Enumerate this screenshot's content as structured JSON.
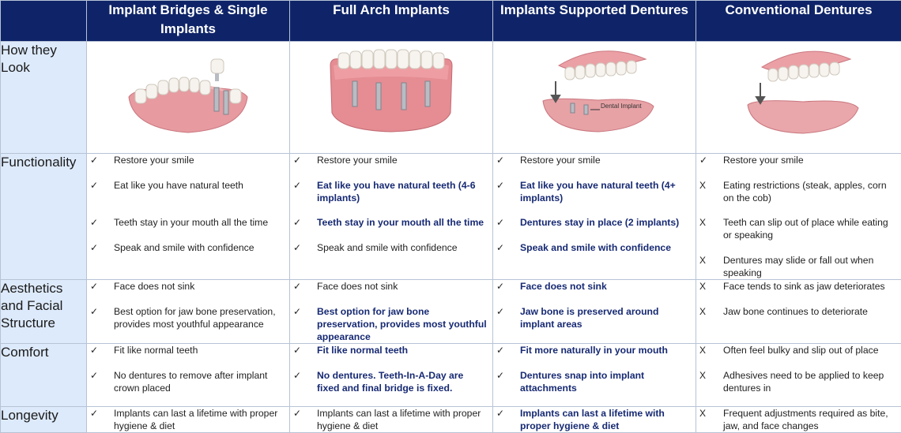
{
  "columns": [
    "Implant Bridges & Single Implants",
    "Full Arch Implants",
    "Implants Supported Dentures",
    "Conventional Dentures"
  ],
  "colors": {
    "header": "#0f2468",
    "label_bg": "#ddeafb",
    "emphasis": "#172a73"
  },
  "looks": {
    "label": "How they Look",
    "image_annotation": "Dental Implant",
    "icons": [
      "partial-implant-jaw-image",
      "full-arch-implant-image",
      "implant-supported-denture-image",
      "conventional-denture-image"
    ]
  },
  "rows": [
    {
      "label": "Functionality",
      "cells": [
        [
          {
            "mark": "✓",
            "text": "Restore your smile",
            "bold": false
          },
          {
            "mark": "✓",
            "text": "Eat like you have natural teeth",
            "bold": false
          },
          {
            "mark": "✓",
            "text": "Teeth stay in your mouth all the time",
            "bold": false
          },
          {
            "mark": "✓",
            "text": "Speak and smile with confidence",
            "bold": false
          }
        ],
        [
          {
            "mark": "✓",
            "text": "Restore your smile",
            "bold": false
          },
          {
            "mark": "✓",
            "text": "Eat like you have natural teeth (4-6 implants)",
            "bold": true
          },
          {
            "mark": "✓",
            "text": "Teeth stay in your mouth all the time",
            "bold": true
          },
          {
            "mark": "✓",
            "text": "Speak and smile with confidence",
            "bold": false
          }
        ],
        [
          {
            "mark": "✓",
            "text": "Restore your smile",
            "bold": false
          },
          {
            "mark": "✓",
            "text": "Eat like you have natural teeth (4+ implants)",
            "bold": true
          },
          {
            "mark": "✓",
            "text": "Dentures stay in place (2 implants)",
            "bold": true
          },
          {
            "mark": "✓",
            "text": "Speak and smile with confidence",
            "bold": true
          }
        ],
        [
          {
            "mark": "✓",
            "text": "Restore your smile",
            "bold": false
          },
          {
            "mark": "X",
            "text": "Eating restrictions (steak, apples, corn on the cob)",
            "bold": false
          },
          {
            "mark": "X",
            "text": "Teeth can slip out of place while eating or speaking",
            "bold": false
          },
          {
            "mark": "X",
            "text": "Dentures may slide or fall out when speaking",
            "bold": false
          }
        ]
      ]
    },
    {
      "label": "Aesthetics and Facial Structure",
      "cells": [
        [
          {
            "mark": "✓",
            "text": "Face does not sink",
            "bold": false
          },
          {
            "mark": "✓",
            "text": "Best option for jaw bone preservation, provides most youthful appearance",
            "bold": false
          }
        ],
        [
          {
            "mark": "✓",
            "text": "Face does not sink",
            "bold": false
          },
          {
            "mark": "✓",
            "text": "Best option for jaw bone preservation, provides most youthful appearance",
            "bold": true
          }
        ],
        [
          {
            "mark": "✓",
            "text": "Face does not sink",
            "bold": true
          },
          {
            "mark": "✓",
            "text": "Jaw bone is preserved around implant areas",
            "bold": true
          }
        ],
        [
          {
            "mark": "X",
            "text": "Face tends to sink as jaw deteriorates",
            "bold": false
          },
          {
            "mark": "X",
            "text": "Jaw bone continues to deteriorate",
            "bold": false
          }
        ]
      ]
    },
    {
      "label": "Comfort",
      "cells": [
        [
          {
            "mark": "✓",
            "text": "Fit like normal teeth",
            "bold": false
          },
          {
            "mark": "✓",
            "text": "No dentures to remove after implant crown placed",
            "bold": false
          }
        ],
        [
          {
            "mark": "✓",
            "text": "Fit like normal teeth",
            "bold": true
          },
          {
            "mark": "✓",
            "text": "No dentures.  Teeth-In-A-Day are fixed and final bridge is fixed.",
            "bold": true
          }
        ],
        [
          {
            "mark": "✓",
            "text": "Fit more naturally in your mouth",
            "bold": true
          },
          {
            "mark": "✓",
            "text": "Dentures snap into implant attachments",
            "bold": true
          }
        ],
        [
          {
            "mark": "X",
            "text": "Often feel bulky and slip out of place",
            "bold": false
          },
          {
            "mark": "X",
            "text": "Adhesives need to be applied to keep dentures in",
            "bold": false
          }
        ]
      ]
    },
    {
      "label": "Longevity",
      "cells": [
        [
          {
            "mark": "✓",
            "text": "Implants can last a lifetime with proper hygiene & diet",
            "bold": false
          }
        ],
        [
          {
            "mark": "✓",
            "text": "Implants can last a lifetime with proper hygiene & diet",
            "bold": false
          }
        ],
        [
          {
            "mark": "✓",
            "text": "Implants can last a lifetime with proper hygiene & diet",
            "bold": true
          }
        ],
        [
          {
            "mark": "X",
            "text": "Frequent adjustments required as bite, jaw, and face changes",
            "bold": false
          }
        ]
      ]
    }
  ]
}
